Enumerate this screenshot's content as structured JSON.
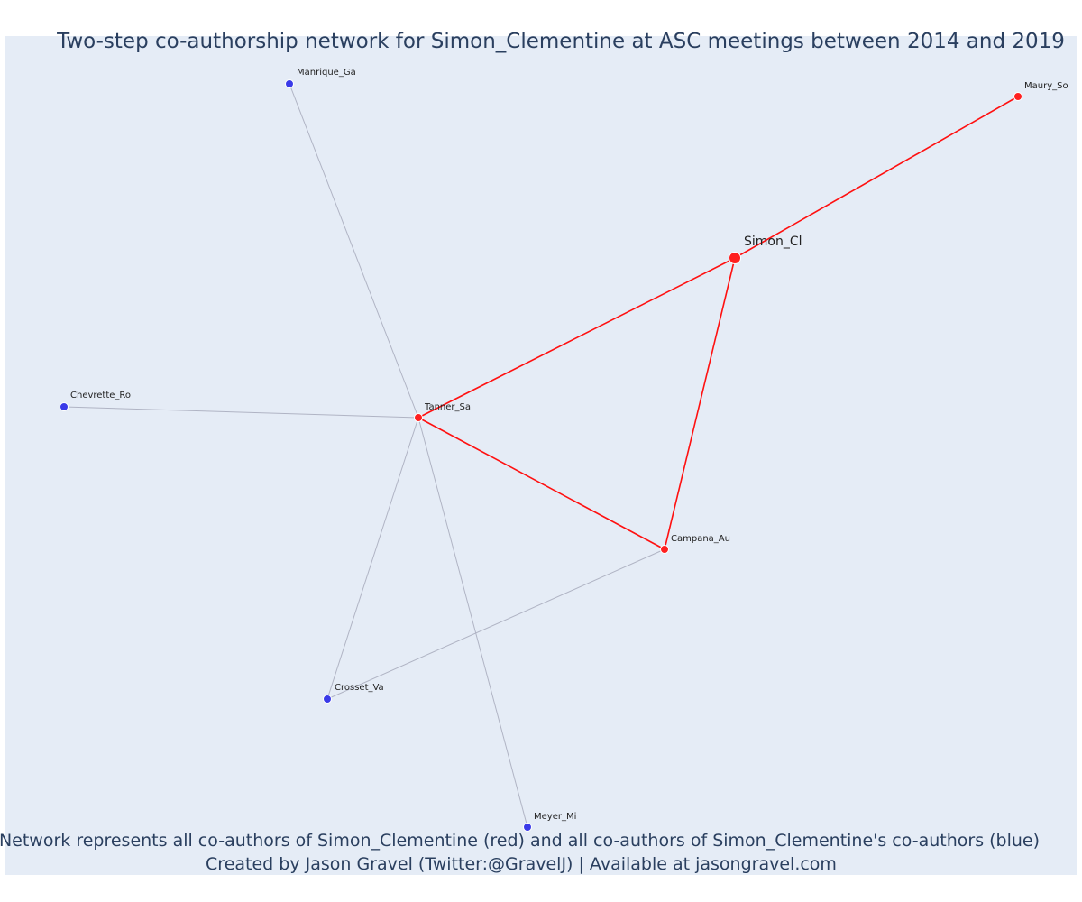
{
  "chart_data": {
    "type": "network",
    "title": "Two-step co-authorship network for Simon_Clementine at ASC meetings between 2014 and 2019",
    "footer": [
      "Network represents all co-authors of Simon_Clementine (red) and all co-authors of Simon_Clementine's co-authors (blue)",
      "Created by Jason Gravel (Twitter:@GravelJ) | Available at jasongravel.com"
    ],
    "colors": {
      "background": "#e5ecf6",
      "first_step": "#ff2020",
      "second_step": "#3a3ae8",
      "first_step_edge": "#ff1010",
      "second_step_edge": "#b0b4c4",
      "text": "#2a3f5f"
    },
    "nodes": [
      {
        "id": "Simon_Cl",
        "label": "Simon_Cl",
        "group": "focal"
      },
      {
        "id": "Maury_So",
        "label": "Maury_So",
        "group": "first_step"
      },
      {
        "id": "Tanner_Sa",
        "label": "Tanner_Sa",
        "group": "first_step"
      },
      {
        "id": "Campana_Au",
        "label": "Campana_Au",
        "group": "first_step"
      },
      {
        "id": "Manrique_Ga",
        "label": "Manrique_Ga",
        "group": "second_step"
      },
      {
        "id": "Chevrette_Ro",
        "label": "Chevrette_Ro",
        "group": "second_step"
      },
      {
        "id": "Crosset_Va",
        "label": "Crosset_Va",
        "group": "second_step"
      },
      {
        "id": "Meyer_Mi",
        "label": "Meyer_Mi",
        "group": "second_step"
      }
    ],
    "edges": [
      {
        "source": "Simon_Cl",
        "target": "Maury_So",
        "group": "first_step"
      },
      {
        "source": "Simon_Cl",
        "target": "Tanner_Sa",
        "group": "first_step"
      },
      {
        "source": "Simon_Cl",
        "target": "Campana_Au",
        "group": "first_step"
      },
      {
        "source": "Tanner_Sa",
        "target": "Campana_Au",
        "group": "first_step"
      },
      {
        "source": "Tanner_Sa",
        "target": "Manrique_Ga",
        "group": "second_step"
      },
      {
        "source": "Tanner_Sa",
        "target": "Chevrette_Ro",
        "group": "second_step"
      },
      {
        "source": "Tanner_Sa",
        "target": "Crosset_Va",
        "group": "second_step"
      },
      {
        "source": "Tanner_Sa",
        "target": "Meyer_Mi",
        "group": "second_step"
      },
      {
        "source": "Campana_Au",
        "target": "Crosset_Va",
        "group": "second_step"
      }
    ]
  }
}
